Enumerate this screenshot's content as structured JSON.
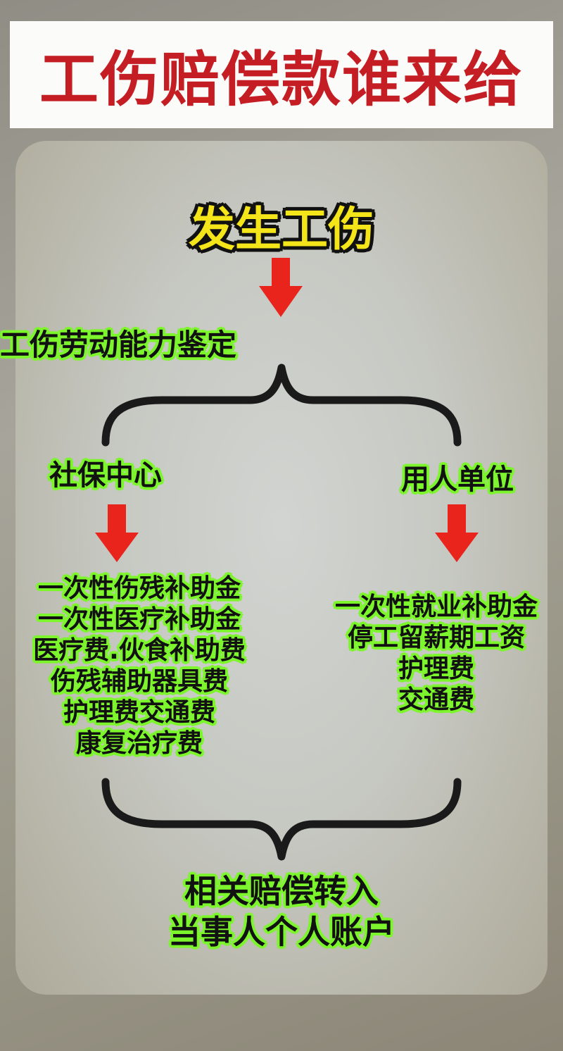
{
  "title": "工伤赔偿款谁来给",
  "event": "发生工伤",
  "assessment": "工伤劳动能力鉴定",
  "left_branch": {
    "heading": "社保中心",
    "items": [
      "一次性伤残补助金",
      "一次性医疗补助金",
      "医疗费.伙食补助费",
      "伤残辅助器具费",
      "护理费交通费",
      "康复治疗费"
    ]
  },
  "right_branch": {
    "heading": "用人单位",
    "items": [
      "一次性就业补助金",
      "停工留薪期工资",
      "护理费",
      "交通费"
    ]
  },
  "result": {
    "line1": "相关赔偿转入",
    "line2": "当事人个人账户"
  },
  "colors": {
    "title_red": "#c41d24",
    "highlight_yellow": "#f4e51b",
    "glow_green": "#7df52c",
    "arrow_red": "#e8241c"
  }
}
